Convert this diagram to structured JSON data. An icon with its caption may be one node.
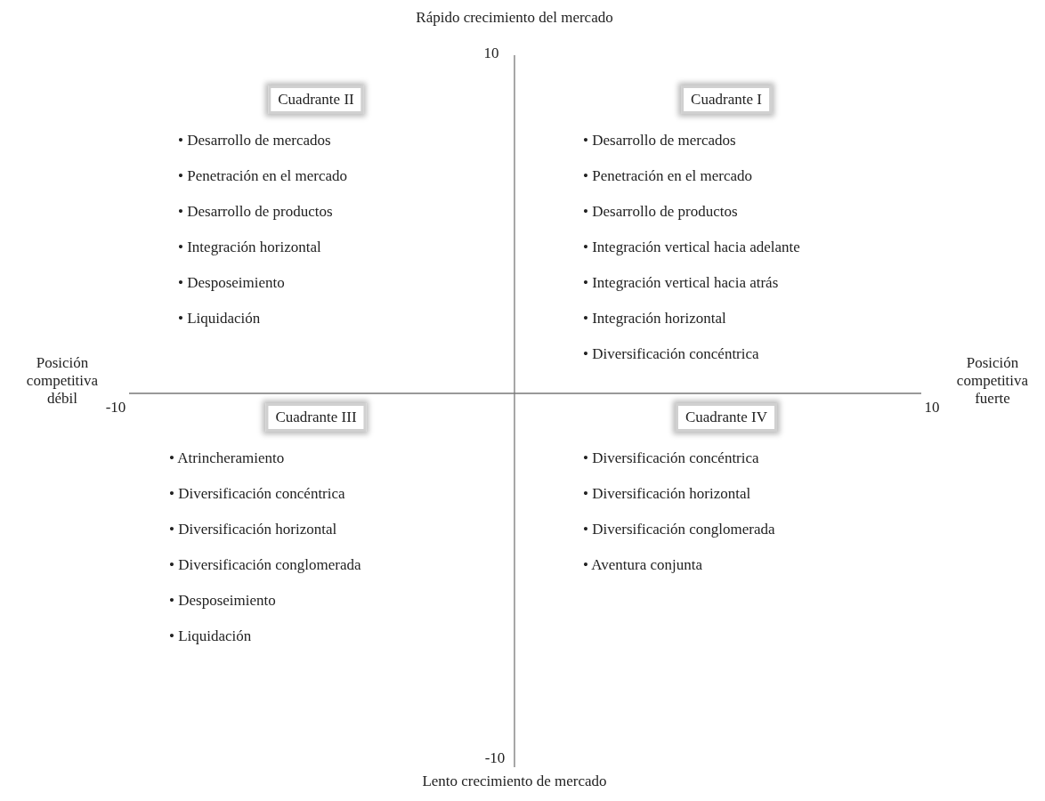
{
  "diagram": {
    "nodes": [
      {
        "text": [
          "Cuadrante II"
        ],
        "beside": [
          "• Desarrollo de mercados",
          "• Penetración en el mercado",
          "• Desarrollo de productos",
          "• Integración horizontal",
          "• Desposeimiento",
          "• Liquidación"
        ]
      },
      {
        "text": [
          "Cuadrante I"
        ],
        "beside": [
          "• Desarrollo de mercados",
          "• Penetración en el mercado",
          "• Desarrollo de productos",
          "• Integración vertical hacia adelante",
          "• Integración vertical hacia atrás",
          "• Integración horizontal",
          "• Diversificación concéntrica"
        ]
      },
      {
        "text": [
          "Cuadrante III"
        ],
        "beside": [
          "• Atrincheramiento",
          "• Diversificación concéntrica",
          "• Diversificación horizontal",
          "• Diversificación conglomerada",
          "• Desposeimiento",
          "• Liquidación"
        ]
      },
      {
        "text": [
          "Cuadrante IV"
        ],
        "beside": [
          "• Diversificación concéntrica",
          "• Diversificación horizontal",
          "• Diversificación conglomerada",
          "• Aventura conjunta"
        ]
      }
    ],
    "edges": [],
    "labels": [
      "Rápido crecimiento del mercado",
      "10",
      "Posición competitiva débil",
      "-10",
      "10",
      "Posición competitiva fuerte",
      "-10",
      "Lento crecimiento de mercado"
    ]
  }
}
